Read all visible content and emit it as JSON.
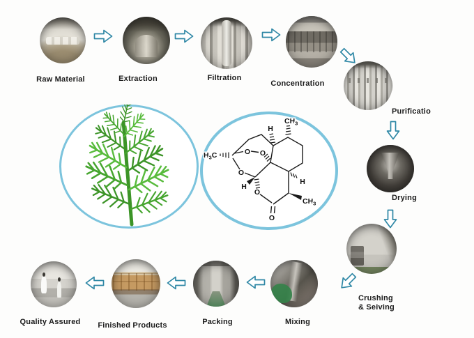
{
  "diagram": {
    "subject": "production process flow from raw plant material to quality assured product",
    "sequence": [
      "Raw Material",
      "Extraction",
      "Filtration",
      "Concentration",
      "Purificatio",
      "Drying",
      "Crushing & Seiving",
      "Mixing",
      "Packing",
      "Finished Products",
      "Quality Assured"
    ]
  },
  "steps": [
    {
      "id": "raw-material",
      "label": "Raw Material",
      "photo_alt": "warehouse interior with white bags"
    },
    {
      "id": "extraction",
      "label": "Extraction",
      "photo_alt": "stainless extraction tanks"
    },
    {
      "id": "filtration",
      "label": "Filtration",
      "photo_alt": "filtration columns"
    },
    {
      "id": "concentration",
      "label": "Concentration",
      "photo_alt": "evaporator machinery hall"
    },
    {
      "id": "purification",
      "label": "Purificatio",
      "photo_alt": "purification column equipment"
    },
    {
      "id": "drying",
      "label": "Drying",
      "photo_alt": "spray dryer funnel"
    },
    {
      "id": "crushing-seiving",
      "label_line1": "Crushing",
      "label_line2": "& Seiving",
      "photo_alt": "crushing room"
    },
    {
      "id": "mixing",
      "label": "Mixing",
      "photo_alt": "ribbon mixer blades with green base"
    },
    {
      "id": "packing",
      "label": "Packing",
      "photo_alt": "packing corridor"
    },
    {
      "id": "finished-products",
      "label": "Finished Products",
      "photo_alt": "stacked fiber drums on pallets"
    },
    {
      "id": "quality-assured",
      "label": "Quality Assured",
      "photo_alt": "lab technicians in white coats"
    }
  ],
  "center": {
    "plant_alt": "green Artemisia annua plant",
    "molecule_alt": "artemisinin chemical structure"
  },
  "molecule": {
    "o": "O",
    "h": "H",
    "c": "C",
    "ch": "CH",
    "sub3": "3"
  },
  "colors": {
    "arrow_stroke": "#2e87a5",
    "ring_blue": "#7cc4dd",
    "plant_green": "#46a52f",
    "ink": "#1b1b1b"
  }
}
